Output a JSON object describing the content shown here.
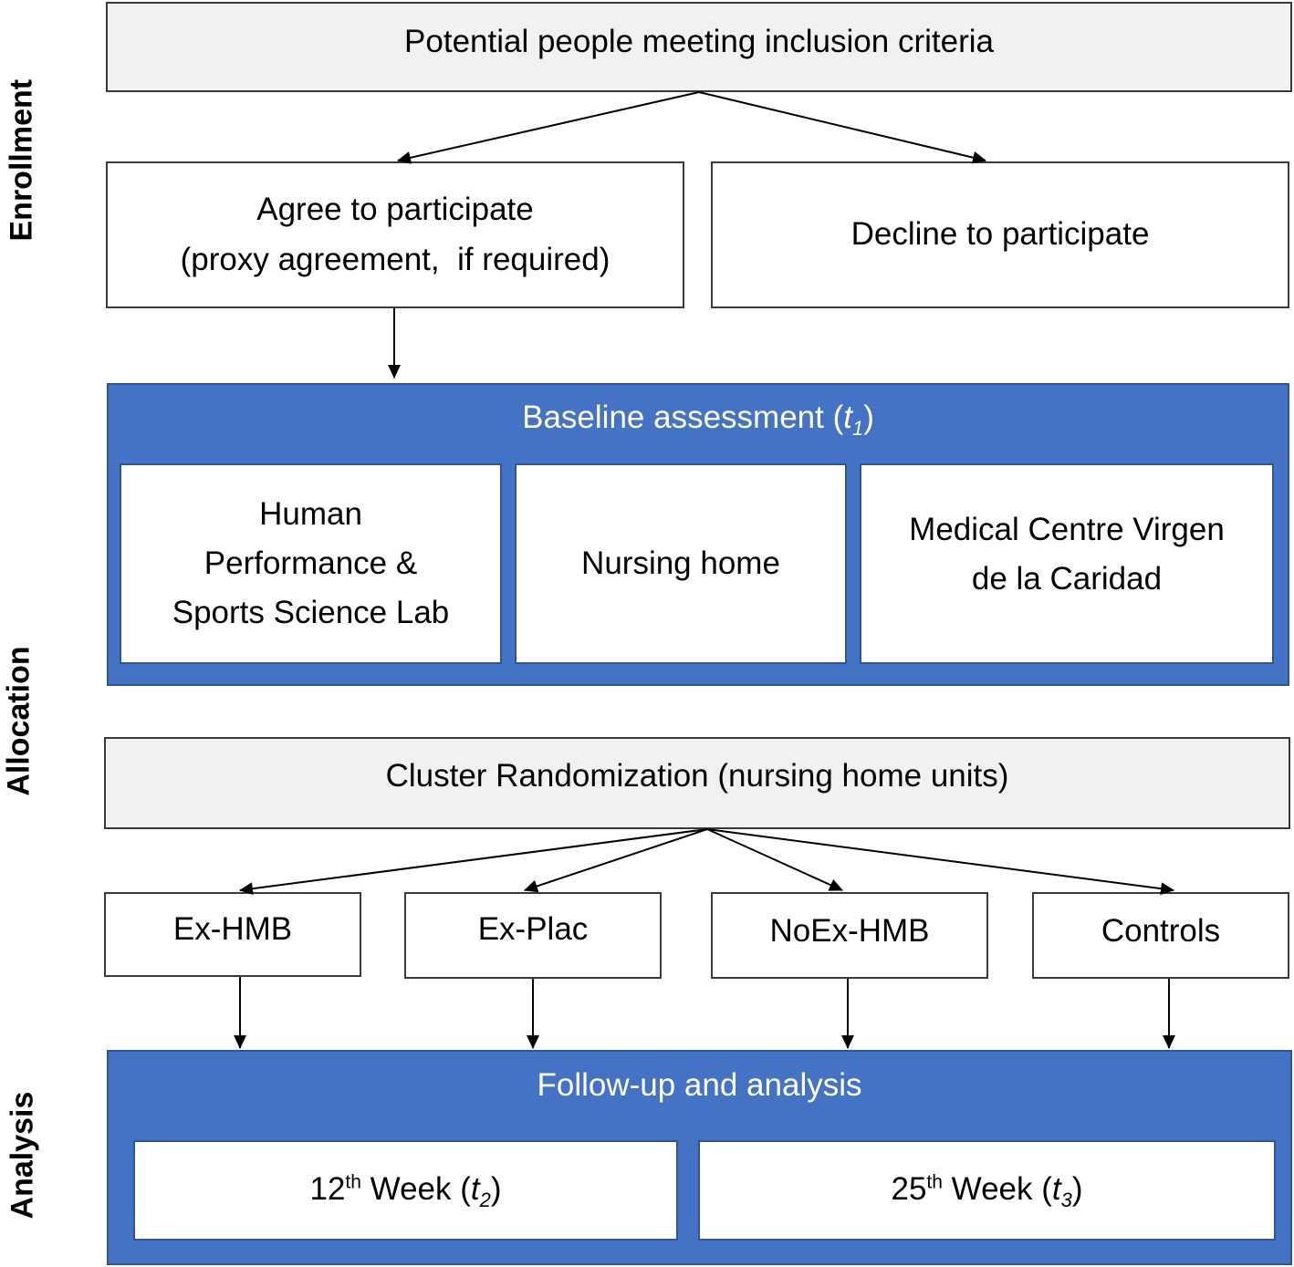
{
  "side_labels": {
    "enrollment": "Enrollment",
    "allocation": "Allocation",
    "analysis": "Analysis"
  },
  "enrollment": {
    "potential": "Potential people meeting inclusion criteria",
    "agree_line1": "Agree to participate",
    "agree_line2": "(proxy agreement,  if required)",
    "decline": "Decline to participate"
  },
  "baseline": {
    "title": "Baseline assessment (",
    "title_var": "t",
    "title_sub": "1",
    "title_close": ")",
    "sites": {
      "lab_line1": "Human",
      "lab_line2": "Performance &",
      "lab_line3": "Sports Science Lab",
      "nursing": "Nursing home",
      "medical_line1": "Medical Centre Virgen",
      "medical_line2": "de la Caridad"
    }
  },
  "randomization": "Cluster Randomization (nursing home units)",
  "groups": [
    "Ex-HMB",
    "Ex-Plac",
    "NoEx-HMB",
    "Controls"
  ],
  "followup": {
    "title": "Follow-up and analysis",
    "week12_num": "12",
    "week12_sup": "th",
    "week12_text": " Week (",
    "week12_var": "t",
    "week12_sub": "2",
    "week12_close": ")",
    "week25_num": "25",
    "week25_sup": "th",
    "week25_text": " Week (",
    "week25_var": "t",
    "week25_sub": "3",
    "week25_close": ")"
  },
  "colors": {
    "panel_blue": "#4472c4",
    "gray_box": "#f1f1f1"
  }
}
